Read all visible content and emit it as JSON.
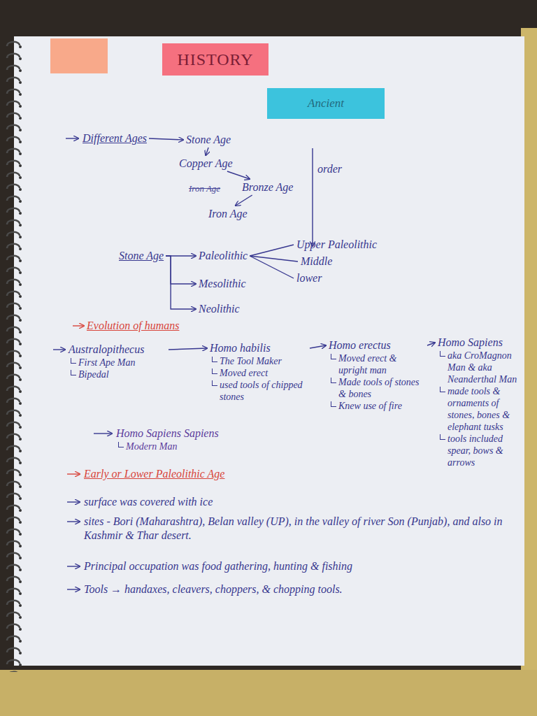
{
  "diagram": {
    "title": "HISTORY",
    "nodes": [
      {
        "text": [
          "Ancient"
        ]
      },
      {
        "text": [
          "Different Ages"
        ]
      },
      {
        "text": [
          "Stone Age"
        ]
      },
      {
        "text": [
          "Copper Age"
        ]
      },
      {
        "text": [
          "Bronze Age"
        ]
      },
      {
        "text": [
          "Iron Age"
        ]
      },
      {
        "text": [
          "Stone Age"
        ]
      },
      {
        "text": [
          "Paleolithic"
        ]
      },
      {
        "text": [
          "Mesolithic"
        ]
      },
      {
        "text": [
          "Neolithic"
        ]
      },
      {
        "text": [
          "Upper Paleolithic"
        ]
      },
      {
        "text": [
          "Middle"
        ]
      },
      {
        "text": [
          "lower"
        ]
      },
      {
        "text": [
          "Australopithecus",
          "First Ape Man",
          "Bipedal"
        ]
      },
      {
        "text": [
          "Homo habilis",
          "The Tool Maker",
          "Moved erect",
          "used tools of chipped stones"
        ]
      },
      {
        "text": [
          "Homo erectus",
          "Moved erect & upright man",
          "Made tools of stones & bones",
          "Knew use of fire"
        ]
      },
      {
        "text": [
          "Homo Sapiens",
          "aka CroMagnon Man & aka Neanderthal Man",
          "made tools & ornaments of stones, bones & elephant tusks",
          "tools included spear, bows & arrows"
        ]
      },
      {
        "text": [
          "Homo Sapiens Sapiens",
          "Modern Man"
        ]
      }
    ],
    "edges": [
      {
        "from": 1,
        "to": 2,
        "arrow": "to"
      },
      {
        "from": 2,
        "to": 3,
        "arrow": "to"
      },
      {
        "from": 3,
        "to": 4,
        "arrow": "to"
      },
      {
        "from": 4,
        "to": 5,
        "arrow": "to"
      },
      {
        "from": 6,
        "to": 7,
        "arrow": "to"
      },
      {
        "from": 6,
        "to": 8,
        "arrow": "to"
      },
      {
        "from": 6,
        "to": 9,
        "arrow": "to"
      },
      {
        "from": 7,
        "to": 10,
        "arrow": "none"
      },
      {
        "from": 7,
        "to": 11,
        "arrow": "none"
      },
      {
        "from": 7,
        "to": 12,
        "arrow": "none"
      },
      {
        "from": 13,
        "to": 14,
        "arrow": "to"
      },
      {
        "from": 14,
        "to": 15,
        "arrow": "to"
      },
      {
        "from": 15,
        "to": 16,
        "arrow": "to"
      }
    ],
    "labels": [
      "Iron Age",
      "order",
      "Evolution of humans",
      "Early or Lower Paleolithic Age",
      "surface was covered with ice",
      "sites - Bori (Maharashtra), Belan valley (UP), in the valley of river Son (Punjab), and also in Kashmir & Thar desert.",
      "Principal occupation was food gathering, hunting & fishing",
      "Tools → handaxes, cleavers, choppers, & chopping tools."
    ]
  }
}
